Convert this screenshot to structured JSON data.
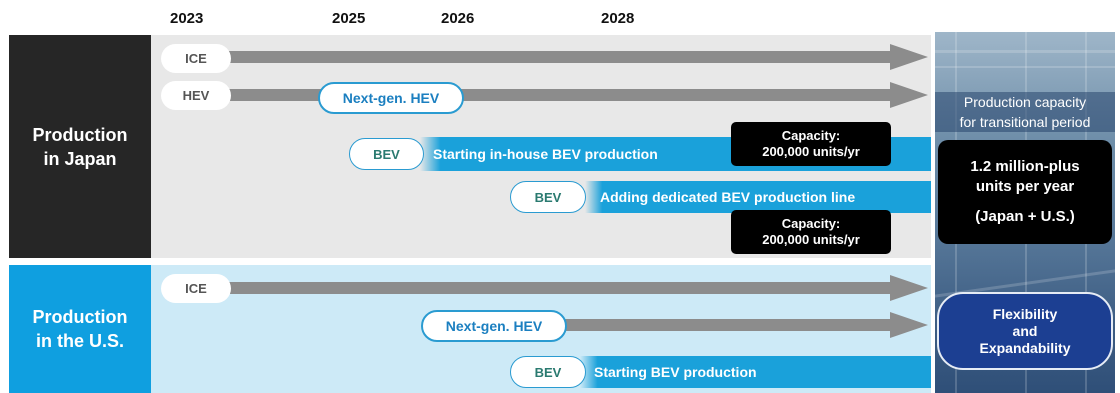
{
  "years": [
    "2023",
    "2025",
    "2026",
    "2028"
  ],
  "japan": {
    "label": [
      "Production",
      "in Japan"
    ],
    "ice": "ICE",
    "hev": "HEV",
    "next_gen_hev": "Next-gen. HEV",
    "bev_1": {
      "pill": "BEV",
      "text": "Starting in-house BEV production",
      "capacity": [
        "Capacity:",
        "200,000 units/yr"
      ]
    },
    "bev_2": {
      "pill": "BEV",
      "text": "Adding dedicated BEV production line",
      "capacity": [
        "Capacity:",
        "200,000 units/yr"
      ]
    }
  },
  "us": {
    "label": [
      "Production",
      "in the U.S."
    ],
    "ice": "ICE",
    "next_gen_hev": "Next-gen. HEV",
    "bev": {
      "pill": "BEV",
      "text": "Starting BEV production"
    }
  },
  "right": {
    "caption": [
      "Production capacity",
      "for transitional period"
    ],
    "total": [
      "1.2 million-plus",
      "units per year",
      "(Japan + U.S.)"
    ],
    "flex": [
      "Flexibility",
      "and",
      "Expandability"
    ]
  },
  "colors": {
    "dark_label": "#262626",
    "us_label": "#0f9fe0",
    "japan_bg": "#e8e8e8",
    "us_bg": "#cdeaf7",
    "bar_blue": "#1aa1da",
    "arrow_gray": "#8c8c8c"
  }
}
